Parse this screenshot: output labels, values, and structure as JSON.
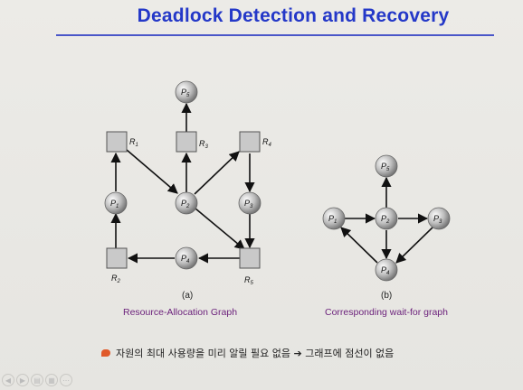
{
  "slide": {
    "title": "Deadlock Detection and Recovery",
    "footnote": "자원의 최대 사용량을 미리 알릴 필요 없음 ➔ 그래프에 점선이 없음",
    "accent_color": "#2438c8"
  },
  "graph_a": {
    "caption": "(a)",
    "title": "Resource-Allocation Graph",
    "processes": [
      {
        "label": "P",
        "sub": "1"
      },
      {
        "label": "P",
        "sub": "2"
      },
      {
        "label": "P",
        "sub": "3"
      },
      {
        "label": "P",
        "sub": "4"
      },
      {
        "label": "P",
        "sub": "5"
      }
    ],
    "resources": [
      {
        "label": "R",
        "sub": "1"
      },
      {
        "label": "R",
        "sub": "2"
      },
      {
        "label": "R",
        "sub": "3"
      },
      {
        "label": "R",
        "sub": "4"
      },
      {
        "label": "R",
        "sub": "5"
      }
    ]
  },
  "graph_b": {
    "caption": "(b)",
    "title": "Corresponding wait-for graph",
    "processes": [
      {
        "label": "P",
        "sub": "1"
      },
      {
        "label": "P",
        "sub": "2"
      },
      {
        "label": "P",
        "sub": "3"
      },
      {
        "label": "P",
        "sub": "4"
      },
      {
        "label": "P",
        "sub": "5"
      }
    ]
  },
  "nav": [
    "◀",
    "▶",
    "▤",
    "▦",
    "⋯"
  ]
}
